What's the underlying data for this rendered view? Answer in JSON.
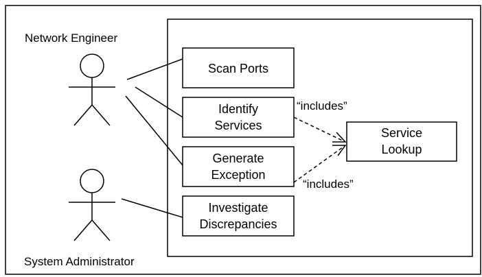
{
  "actors": [
    {
      "name": "Network Engineer"
    },
    {
      "name": "System Administrator"
    }
  ],
  "use_cases": [
    {
      "id": "scan-ports",
      "lines": [
        "Scan Ports"
      ]
    },
    {
      "id": "identify-services",
      "lines": [
        "Identify",
        "Services"
      ]
    },
    {
      "id": "generate-exception",
      "lines": [
        "Generate",
        "Exception"
      ]
    },
    {
      "id": "investigate-discrepancies",
      "lines": [
        "Investigate",
        "Discrepancies"
      ]
    },
    {
      "id": "service-lookup",
      "lines": [
        "Service",
        "Lookup"
      ]
    }
  ],
  "relations": [
    {
      "label": "“includes”"
    },
    {
      "label": "“includes”"
    }
  ]
}
